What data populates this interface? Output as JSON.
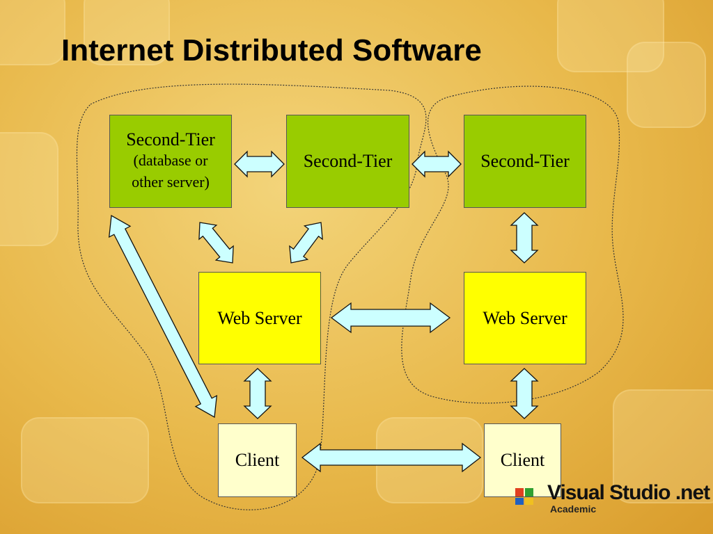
{
  "slide": {
    "title": "Internet Distributed Software"
  },
  "boxes": {
    "tier_left": {
      "label": "Second-Tier",
      "sub": "(database or\nother server)"
    },
    "tier_middle": {
      "label": "Second-Tier"
    },
    "tier_right": {
      "label": "Second-Tier"
    },
    "web_left": {
      "label": "Web Server"
    },
    "web_right": {
      "label": "Web Server"
    },
    "client_left": {
      "label": "Client"
    },
    "client_right": {
      "label": "Client"
    }
  },
  "connections": [
    {
      "from": "tier_left",
      "to": "tier_middle",
      "kind": "bidirectional"
    },
    {
      "from": "tier_middle",
      "to": "tier_right",
      "kind": "bidirectional"
    },
    {
      "from": "tier_left",
      "to": "web_left",
      "kind": "bidirectional"
    },
    {
      "from": "tier_middle",
      "to": "web_left",
      "kind": "bidirectional"
    },
    {
      "from": "tier_right",
      "to": "web_right",
      "kind": "bidirectional"
    },
    {
      "from": "web_left",
      "to": "web_right",
      "kind": "bidirectional"
    },
    {
      "from": "tier_left",
      "to": "client_left",
      "kind": "bidirectional"
    },
    {
      "from": "web_left",
      "to": "client_left",
      "kind": "bidirectional"
    },
    {
      "from": "web_right",
      "to": "client_right",
      "kind": "bidirectional"
    },
    {
      "from": "client_left",
      "to": "client_right",
      "kind": "bidirectional"
    }
  ],
  "groups": [
    {
      "name": "left-system",
      "members": [
        "tier_left",
        "tier_middle",
        "web_left",
        "client_left"
      ]
    },
    {
      "name": "right-system",
      "members": [
        "tier_right",
        "web_right"
      ]
    }
  ],
  "logo": {
    "brand": "Visual Studio .net",
    "edition": "Academic",
    "icon": "visual-studio-logo"
  },
  "colors": {
    "tier_fill": "#99cc00",
    "web_fill": "#ffff00",
    "client_fill": "#ffffcc",
    "arrow_fill": "#ccffff",
    "title_text": "#000000"
  }
}
